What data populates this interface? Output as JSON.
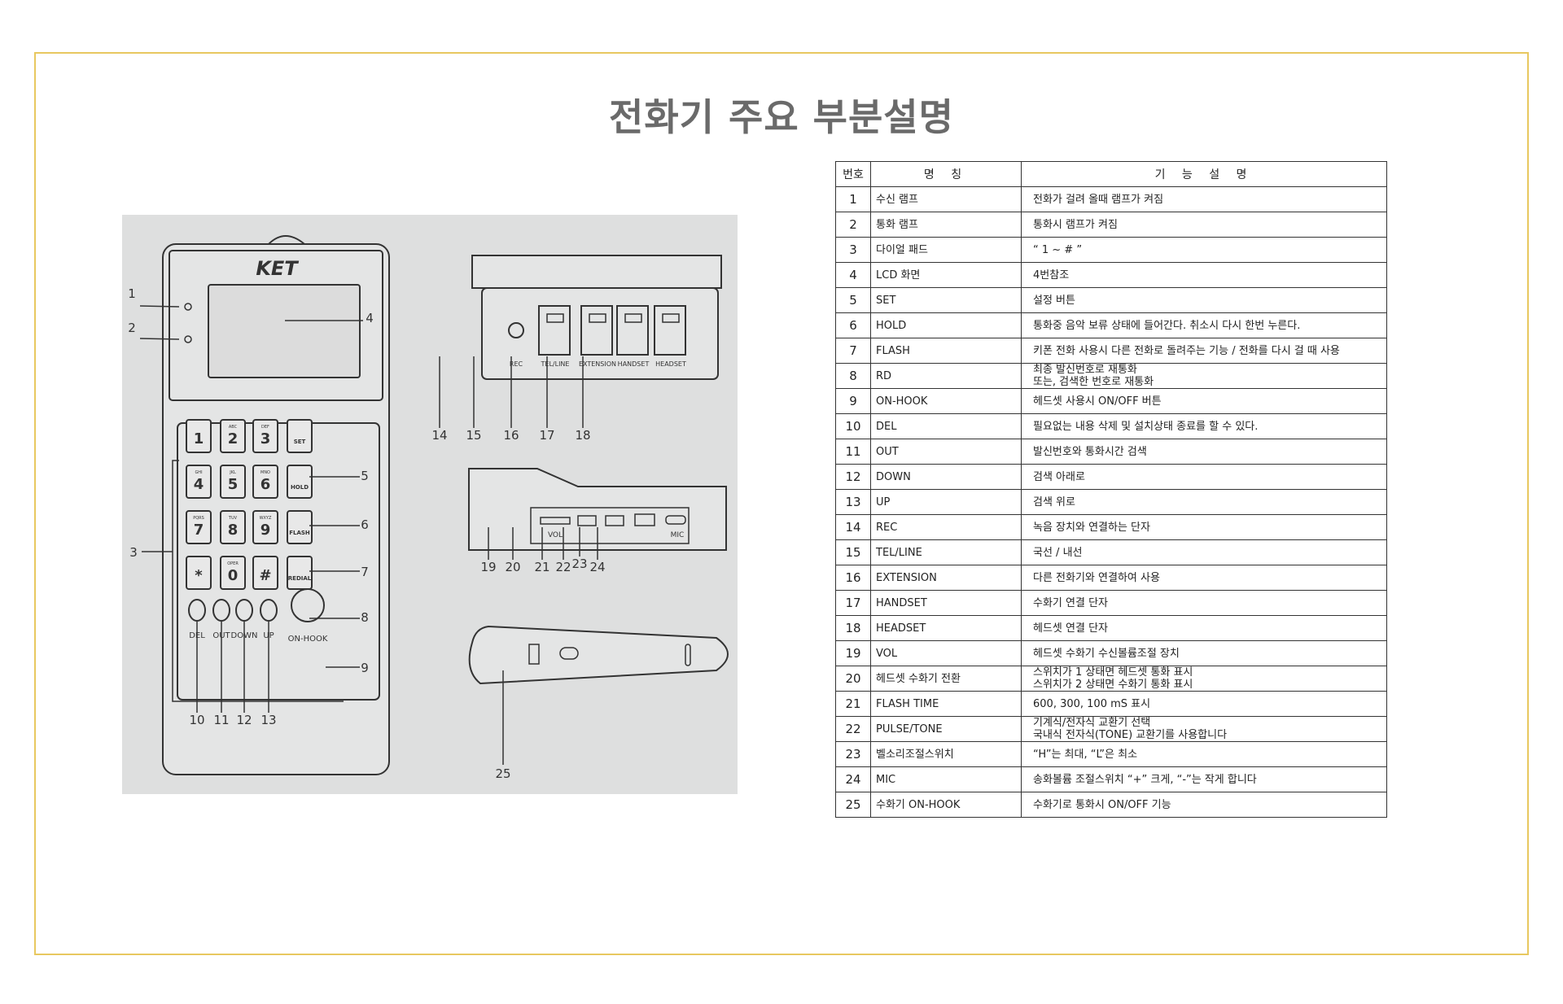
{
  "title": "전화기 주요 부분설명",
  "diagram": {
    "brand": "KET",
    "callouts": [
      "1",
      "2",
      "3",
      "4",
      "5",
      "6",
      "7",
      "8",
      "9",
      "10",
      "11",
      "12",
      "13",
      "14",
      "15",
      "16",
      "17",
      "18",
      "19",
      "20",
      "21",
      "22",
      "23",
      "24",
      "25"
    ],
    "keys": [
      "1",
      "2",
      "3",
      "SET",
      "4",
      "5",
      "6",
      "HOLD",
      "7",
      "8",
      "9",
      "FLASH",
      "*",
      "0",
      "#",
      "REDIAL"
    ],
    "key_letters": [
      "",
      "ABC",
      "DEF",
      "",
      "GHI",
      "JKL",
      "MNO",
      "",
      "PQRS",
      "TUV",
      "WXYZ",
      "",
      "",
      "OPER",
      "",
      ""
    ],
    "bottom_buttons": [
      "DEL",
      "OUT",
      "DOWN",
      "UP",
      "ON-HOOK"
    ],
    "jacks": [
      "REC",
      "TEL/LINE",
      "EXTENSION",
      "HANDSET",
      "HEADSET"
    ],
    "side_labels": [
      "VOL",
      "MIC"
    ]
  },
  "table": {
    "headers": [
      "번호",
      "명 칭",
      "기 능 설 명"
    ],
    "rows": [
      {
        "no": "1",
        "name": "수신 램프",
        "desc": "전화가 걸려 올때 램프가 켜짐"
      },
      {
        "no": "2",
        "name": "통화 램프",
        "desc": "통화시 램프가 켜짐"
      },
      {
        "no": "3",
        "name": "다이얼 패드",
        "desc": "“ 1 ~ # ”"
      },
      {
        "no": "4",
        "name": "LCD 화면",
        "desc": "4번참조"
      },
      {
        "no": "5",
        "name": "SET",
        "desc": "설정 버튼"
      },
      {
        "no": "6",
        "name": "HOLD",
        "desc": "통화중 음악 보류 상태에 들어간다. 취소시 다시 한번 누른다."
      },
      {
        "no": "7",
        "name": "FLASH",
        "desc": "키폰 전화 사용시 다른 전화로 돌려주는 기능 / 전화를 다시 걸 때 사용"
      },
      {
        "no": "8",
        "name": "RD",
        "desc": "최종 발신번호로 재통화\n또는, 검색한 번호로 재통화"
      },
      {
        "no": "9",
        "name": "ON-HOOK",
        "desc": "헤드셋 사용시 ON/OFF 버튼"
      },
      {
        "no": "10",
        "name": "DEL",
        "desc": "필요없는 내용 삭제 및 설치상태 종료를 할 수 있다."
      },
      {
        "no": "11",
        "name": "OUT",
        "desc": "발신번호와 통화시간 검색"
      },
      {
        "no": "12",
        "name": "DOWN",
        "desc": "검색 아래로"
      },
      {
        "no": "13",
        "name": "UP",
        "desc": "검색 위로"
      },
      {
        "no": "14",
        "name": "REC",
        "desc": "녹음 장치와 연결하는 단자"
      },
      {
        "no": "15",
        "name": "TEL/LINE",
        "desc": "국선 / 내선"
      },
      {
        "no": "16",
        "name": "EXTENSION",
        "desc": "다른 전화기와 연결하여 사용"
      },
      {
        "no": "17",
        "name": "HANDSET",
        "desc": "수화기 연결 단자"
      },
      {
        "no": "18",
        "name": "HEADSET",
        "desc": "헤드셋 연결 단자"
      },
      {
        "no": "19",
        "name": "VOL",
        "desc": "헤드셋 수화기 수신볼륨조절 장치"
      },
      {
        "no": "20",
        "name": "헤드셋 수화기 전환",
        "desc": "스위치가 1 상태면 헤드셋 통화 표시\n스위치가 2 상태면 수화기 통화 표시"
      },
      {
        "no": "21",
        "name": "FLASH TIME",
        "desc": "600, 300, 100 mS  표시"
      },
      {
        "no": "22",
        "name": "PULSE/TONE",
        "desc": "기계식/전자식 교환기 선택\n국내식 전자식(TONE) 교환기를 사용합니다"
      },
      {
        "no": "23",
        "name": "벨소리조절스위치",
        "desc": "“H”는 최대, “L”은 최소"
      },
      {
        "no": "24",
        "name": "MIC",
        "desc": "송화볼륨 조절스위치 “+” 크게, “-”는 작게 합니다"
      },
      {
        "no": "25",
        "name": "수화기 ON-HOOK",
        "desc": "수화기로 통화시 ON/OFF 기능"
      }
    ]
  }
}
